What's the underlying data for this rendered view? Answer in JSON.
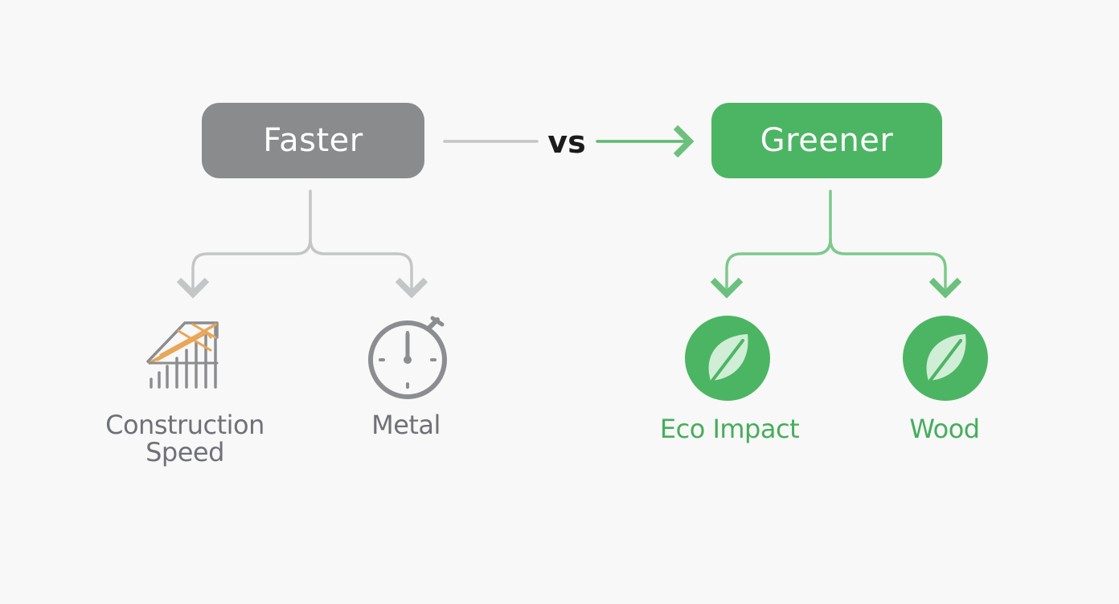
{
  "diagram": {
    "left_node": {
      "label": "Faster"
    },
    "right_node": {
      "label": "Greener"
    },
    "comparator": "vs",
    "left_children": [
      {
        "label": "Construction\nSpeed",
        "icon": "building-frame-icon"
      },
      {
        "label": "Metal",
        "icon": "stopwatch-icon"
      }
    ],
    "right_children": [
      {
        "label": "Eco Impact",
        "icon": "leaf-icon"
      },
      {
        "label": "Wood",
        "icon": "leaf-icon"
      }
    ]
  },
  "colors": {
    "gray_node": "#8a8b8d",
    "green_node": "#4cb563",
    "gray_connector": "#c4c5c6",
    "green_connector": "#7dc98c",
    "gray_icon": "#8c8d90",
    "accent_orange": "#e8a657",
    "vs_text": "#1b1b1b"
  }
}
